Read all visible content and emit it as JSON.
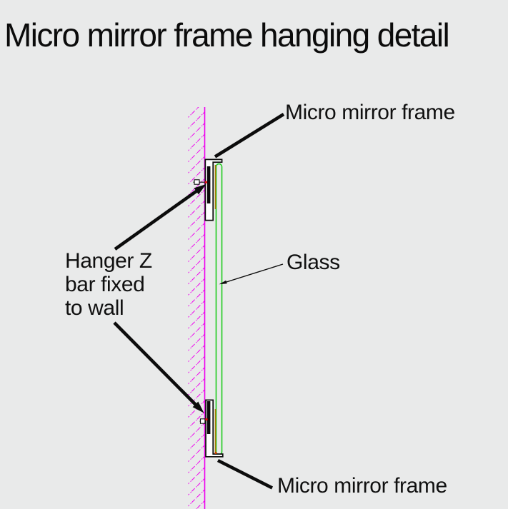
{
  "title": "Micro mirror frame hanging detail",
  "labels": {
    "top_frame": "Micro mirror frame",
    "bottom_frame": "Micro mirror frame",
    "glass": "Glass",
    "hanger": [
      "Hanger Z",
      "bar fixed",
      "to wall"
    ]
  },
  "colors": {
    "background": "#e9eaea",
    "line": "#0c0c0c",
    "wall_hatch": "#ee00ee",
    "glass": "#28cc28",
    "gasket": "#a87800",
    "fixing_dot": "#e01010",
    "gasket_end_dot": "#cc4400",
    "screw_head_fill": "#ffffff",
    "frame_fill": "#fdfdfd"
  }
}
